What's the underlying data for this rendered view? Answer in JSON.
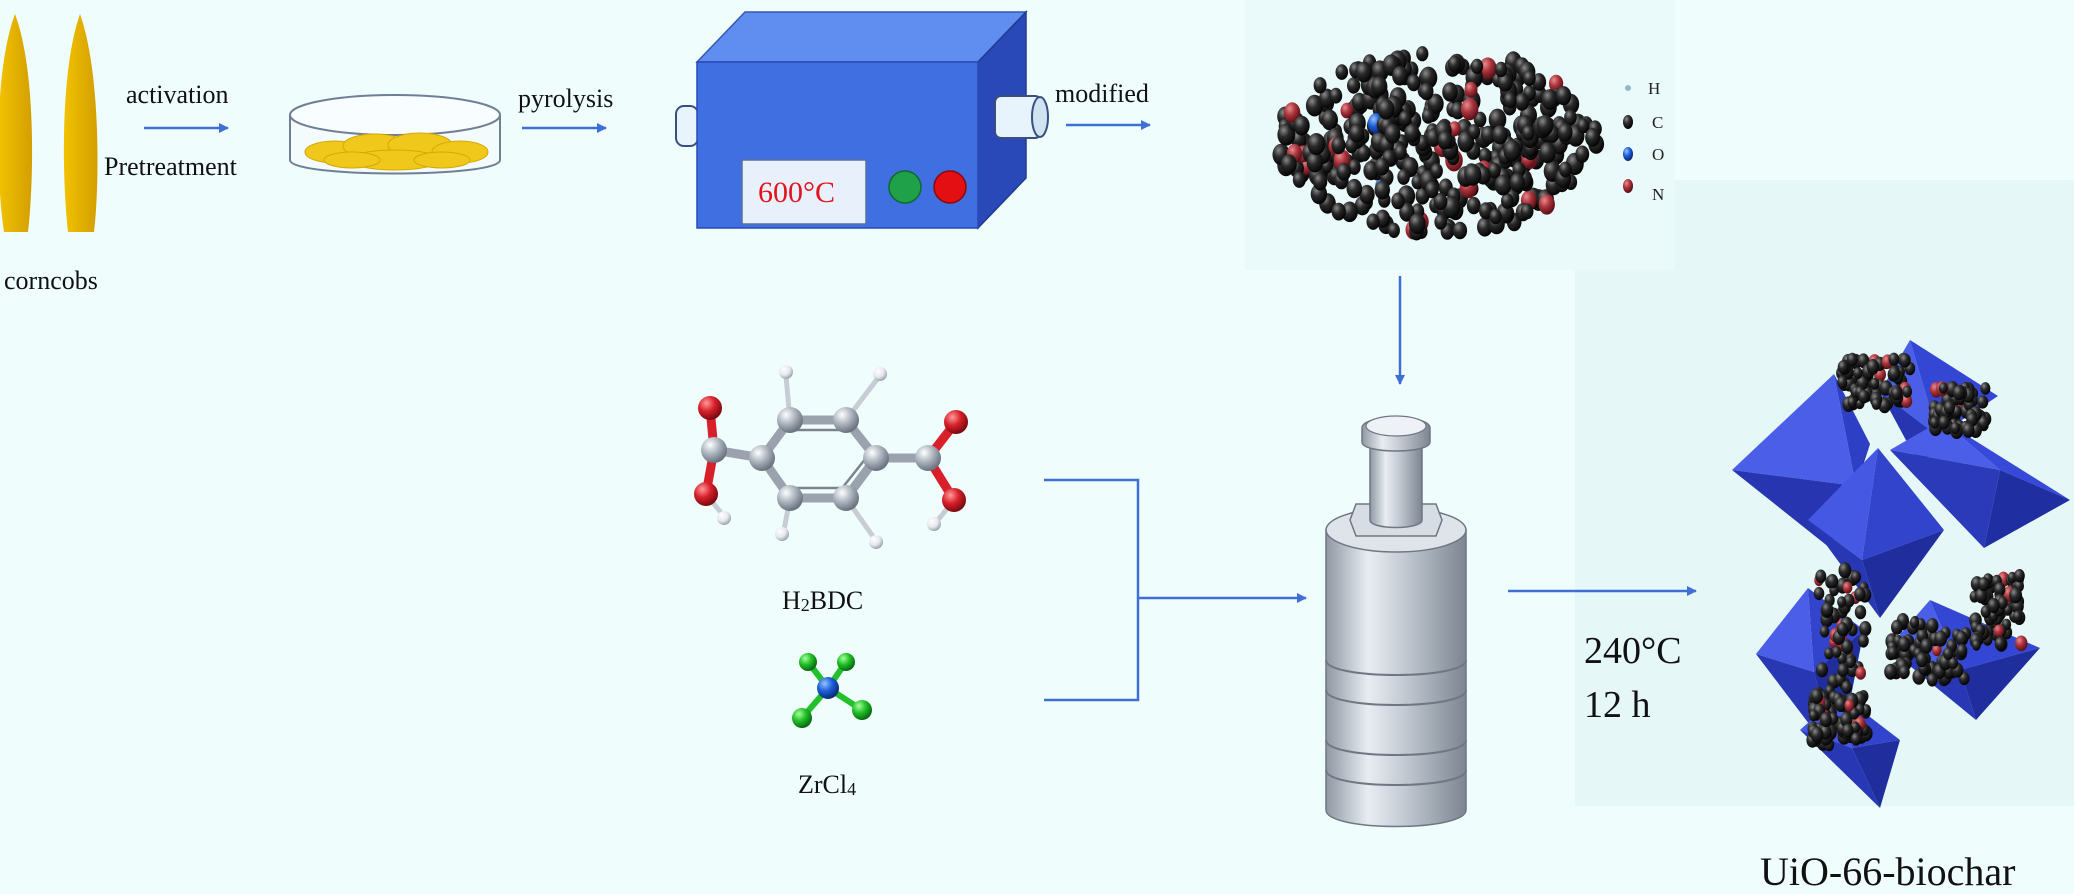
{
  "labels": {
    "corncobs": "corncobs",
    "activation": "activation",
    "pretreatment": "Pretreatment",
    "pyrolysis": "pyrolysis",
    "furnace_temp": "600°C",
    "modified": "modified",
    "h2bdc": {
      "main": "H",
      "sub": "2",
      "rest": "BDC"
    },
    "zrcl4": {
      "main": "ZrCl",
      "sub": "4"
    },
    "reaction_temp": "240°C",
    "reaction_time": "12 h",
    "product": "UiO-66-biochar"
  },
  "legend": [
    {
      "symbol": "H",
      "color": "#8fb9cf"
    },
    {
      "symbol": "C",
      "color": "#1a1a1a"
    },
    {
      "symbol": "O",
      "color": "#2a3cc8"
    },
    {
      "symbol": "N",
      "color": "#a8323a"
    }
  ],
  "colors": {
    "background": "#effefd",
    "arrow": "#3f6fd6",
    "corncob": "#e8b400",
    "furnace": "#3f6fe0",
    "oxygen": "#d8202a",
    "carbon_atom": "#9ea8b4",
    "zr": "#1b5fd8",
    "cl": "#22c02a",
    "octahedron": "#3b4fe0"
  }
}
